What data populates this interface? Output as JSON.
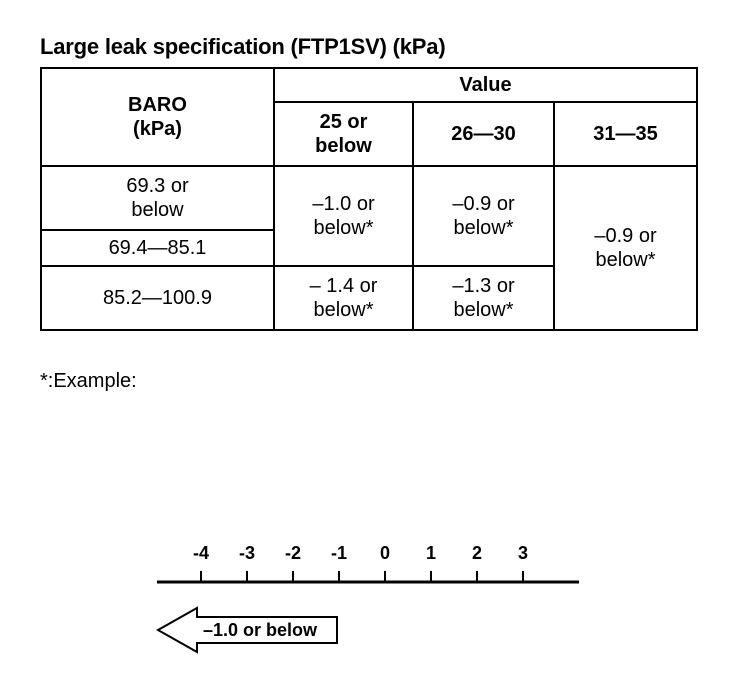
{
  "title": "Large leak specification (FTP1SV) (kPa)",
  "table": {
    "baro_header": "BARO",
    "baro_unit": "(kPa)",
    "value_header": "Value",
    "col_headers": [
      "25 or\nbelow",
      "26—30",
      "31—35"
    ],
    "rows": [
      {
        "baro": "69.3 or\nbelow"
      },
      {
        "baro": "69.4—85.1"
      },
      {
        "baro": "85.2—100.9"
      }
    ],
    "cells": {
      "low_c1": "–1.0 or\nbelow*",
      "low_c2": "–0.9 or\nbelow*",
      "all_c3": "–0.9 or\nbelow*",
      "high_c1": "– 1.4 or\nbelow*",
      "high_c2": "–1.3 or\nbelow*"
    }
  },
  "note": "*:Example:",
  "scale": {
    "ticks": [
      "-4",
      "-3",
      "-2",
      "-1",
      "0",
      "1",
      "2",
      "3"
    ],
    "arrow_label": "–1.0 or below"
  }
}
